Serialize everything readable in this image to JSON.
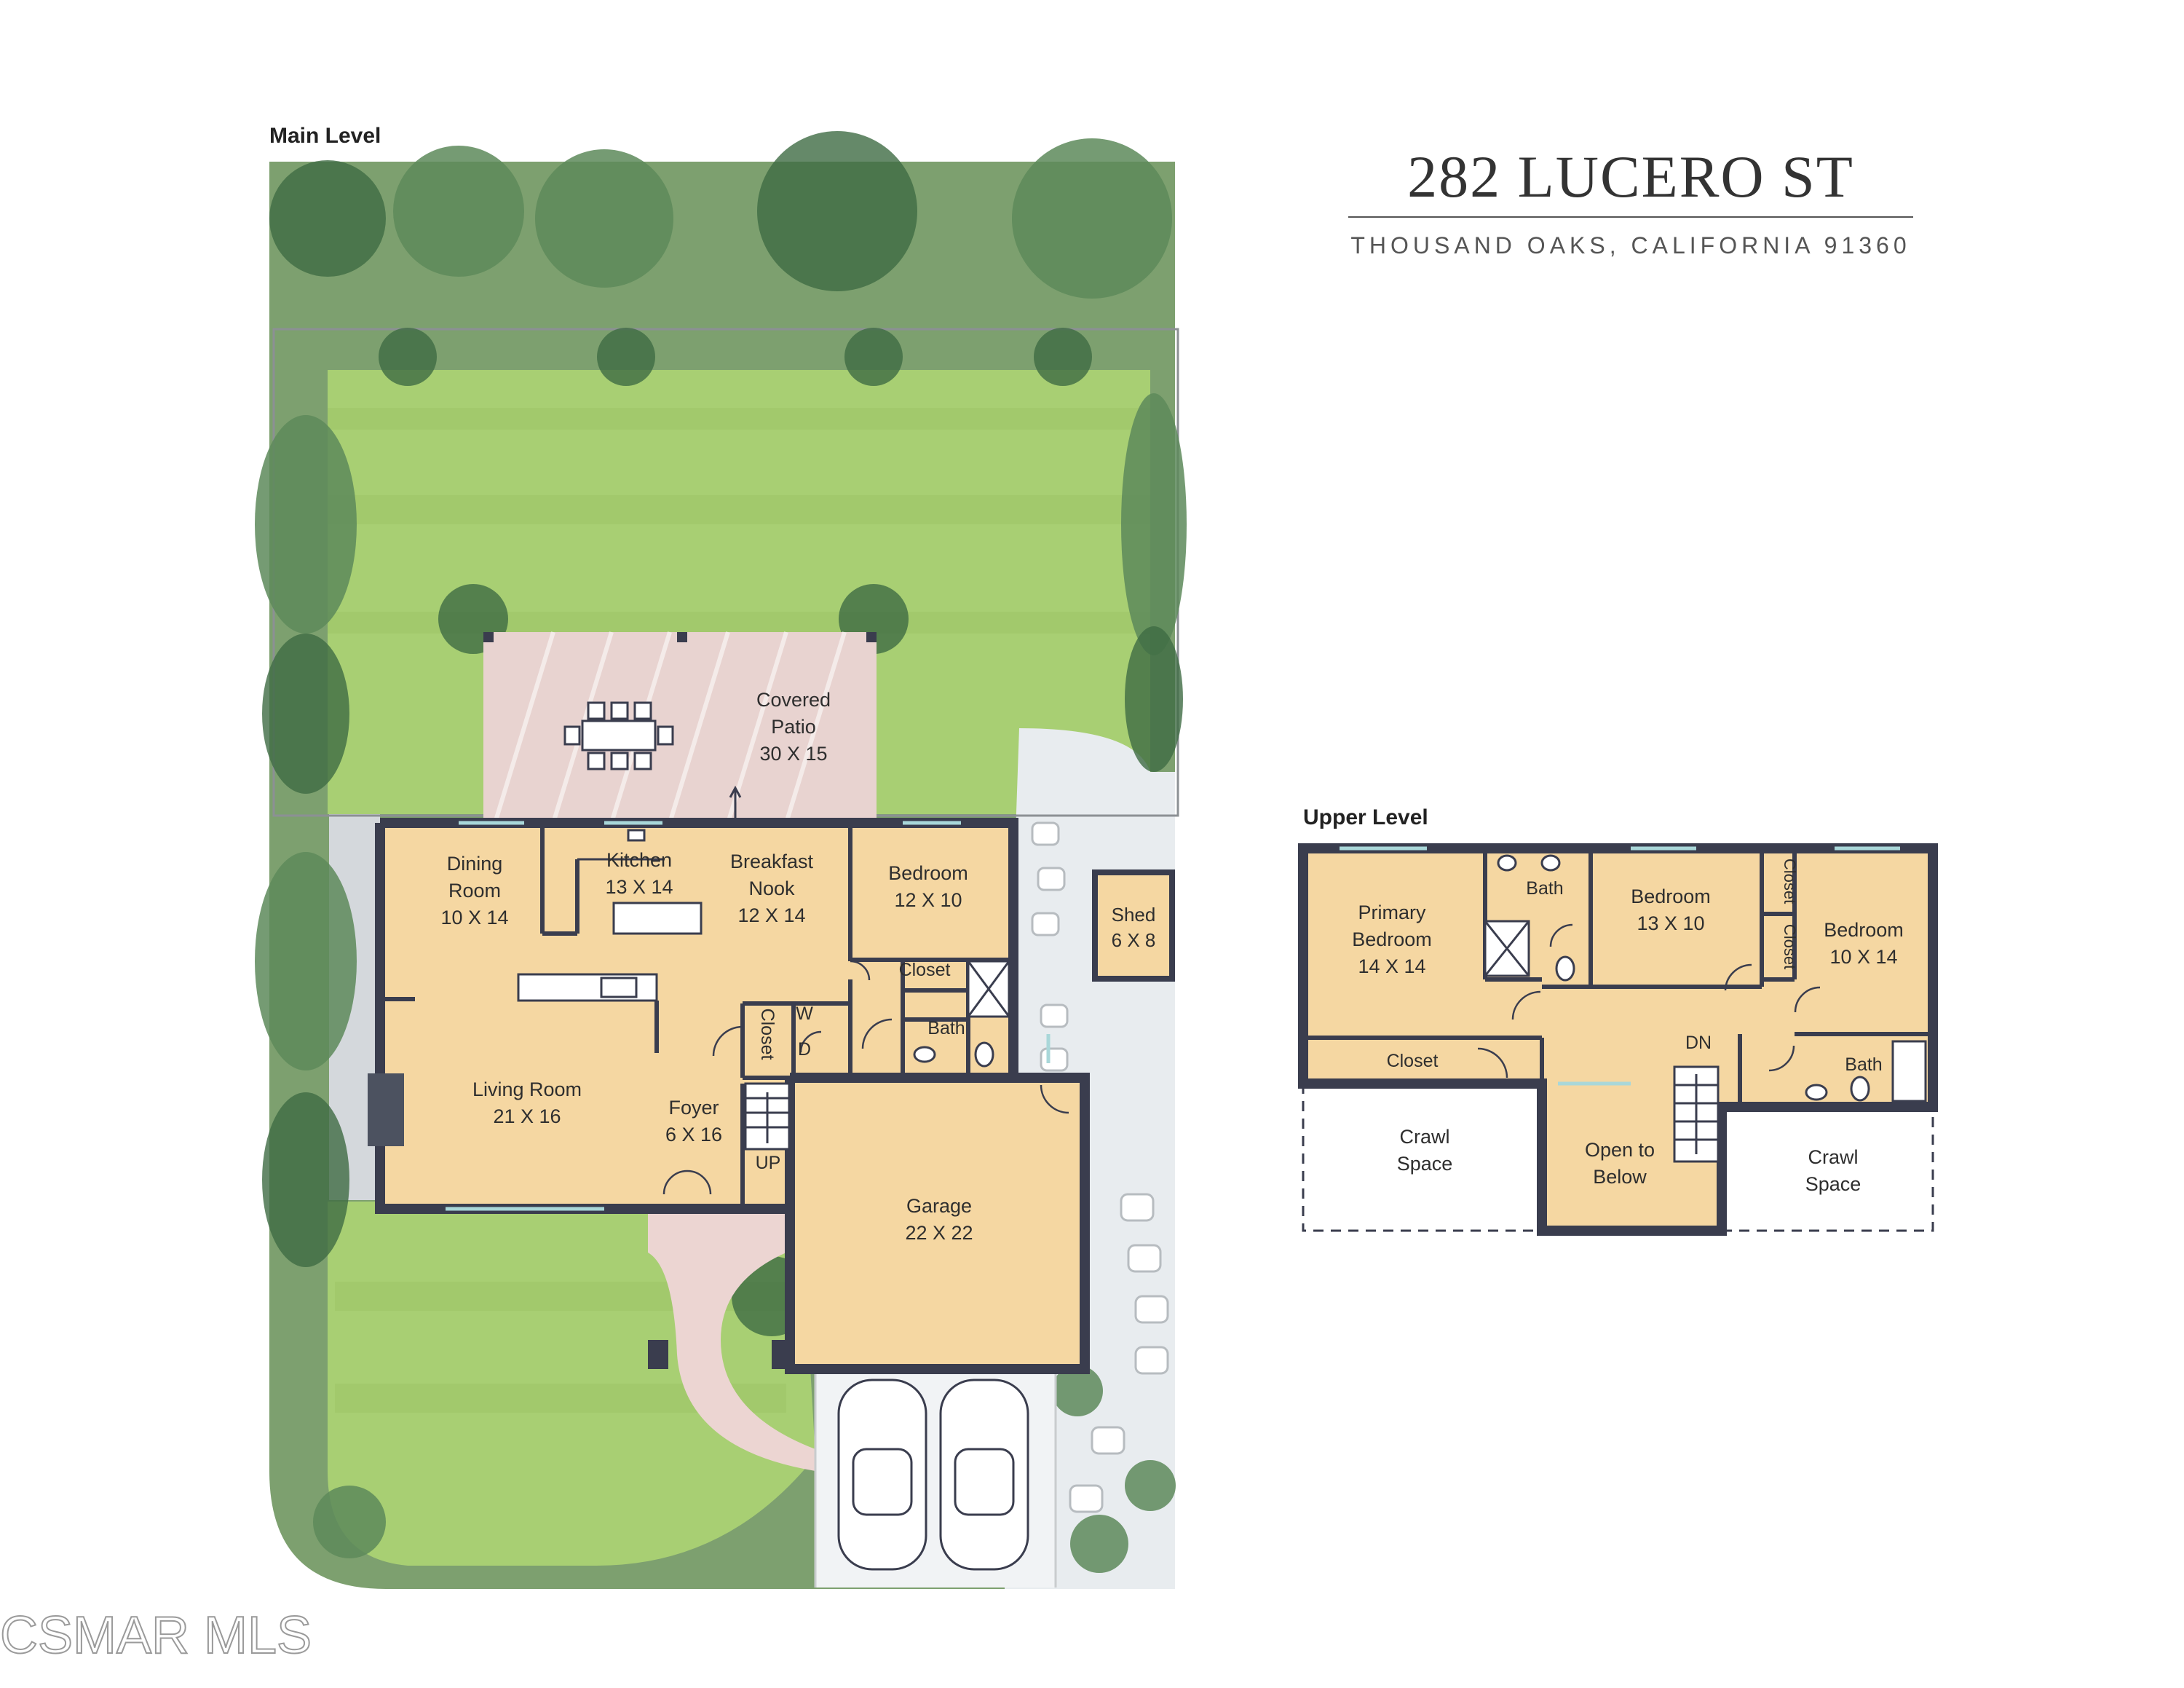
{
  "header": {
    "address": "282 LUCERO ST",
    "city_line": "THOUSAND OAKS, CALIFORNIA  91360"
  },
  "main_level": {
    "title": "Main Level",
    "rooms": {
      "covered_patio": [
        "Covered",
        "Patio",
        "30 X 15"
      ],
      "dining_room": [
        "Dining",
        "Room",
        "10 X 14"
      ],
      "kitchen": [
        "Kitchen",
        "13 X 14"
      ],
      "breakfast_nook": [
        "Breakfast",
        "Nook",
        "12 X 14"
      ],
      "bedroom": [
        "Bedroom",
        "12 X 10"
      ],
      "shed": [
        "Shed",
        "6 X 8"
      ],
      "closet_a": "Closet",
      "closet_b": "Closet",
      "bath": "Bath",
      "washer": "W",
      "dryer": "D",
      "living_room": [
        "Living Room",
        "21 X 16"
      ],
      "foyer": [
        "Foyer",
        "6 X 16"
      ],
      "stairs_up": "UP",
      "garage": [
        "Garage",
        "22 X 22"
      ]
    }
  },
  "upper_level": {
    "title": "Upper Level",
    "rooms": {
      "primary_bedroom": [
        "Primary",
        "Bedroom",
        "14 X 14"
      ],
      "bath_a": "Bath",
      "bedroom_a": [
        "Bedroom",
        "13 X 10"
      ],
      "closet_a": "Closet",
      "closet_b": "Closet",
      "bedroom_b": [
        "Bedroom",
        "10 X 14"
      ],
      "closet_c": "Closet",
      "stairs_down": "DN",
      "bath_b": "Bath",
      "crawl_left": [
        "Crawl",
        "Space"
      ],
      "open_below": [
        "Open to",
        "Below"
      ],
      "crawl_right": [
        "Crawl",
        "Space"
      ]
    }
  },
  "watermark": "CSMAR MLS",
  "colors": {
    "room_fill": "#f5d7a2",
    "wall": "#3a3d4e",
    "lawn": "#a8cf73",
    "patio": "#e8d3d0",
    "gravel": "#e8ecef"
  }
}
